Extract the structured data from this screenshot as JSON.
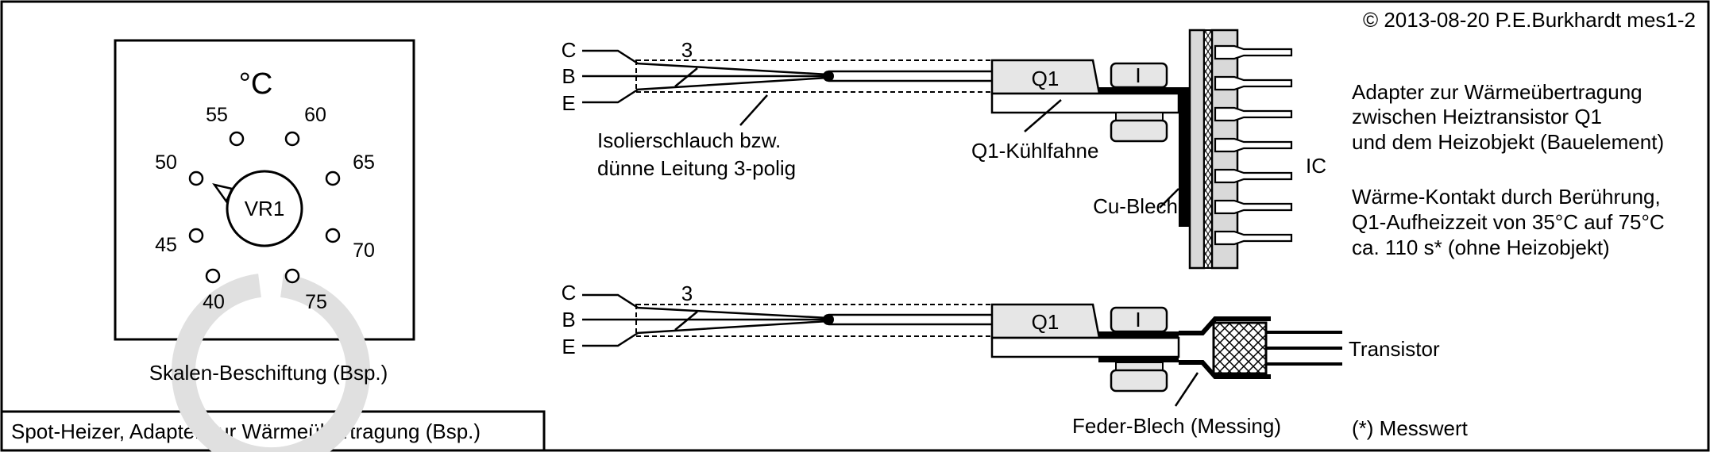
{
  "copyright": "© 2013-08-20 P.E.Burkhardt mes1-2",
  "title_box": "Spot-Heizer, Adapter zur Wärmeübertragung (Bsp.)",
  "dial": {
    "unit": "°C",
    "knob_label": "VR1",
    "scale_values": [
      "40",
      "45",
      "50",
      "55",
      "60",
      "65",
      "70",
      "75"
    ],
    "caption": "Skalen-Beschiftung (Bsp.)"
  },
  "top_assembly": {
    "pins": [
      "C",
      "B",
      "E"
    ],
    "wire_count": "3",
    "transistor_label": "Q1",
    "callouts": {
      "hose_line1": "Isolierschlauch bzw.",
      "hose_line2": "dünne Leitung 3-polig",
      "tab": "Q1-Kühlfahne",
      "copper": "Cu-Blech",
      "ic": "IC"
    }
  },
  "bottom_assembly": {
    "pins": [
      "C",
      "B",
      "E"
    ],
    "wire_count": "3",
    "transistor_label": "Q1",
    "callouts": {
      "spring": "Feder-Blech (Messing)",
      "transistor": "Transistor"
    }
  },
  "description": {
    "line1": "Adapter zur Wärmeübertragung",
    "line2": "zwischen Heiztransistor Q1",
    "line3": "und dem Heizobjekt (Bauelement)",
    "line4": "Wärme-Kontakt durch Berührung,",
    "line5": "Q1-Aufheizzeit von 35°C auf 75°C",
    "line6": "ca. 110 s* (ohne Heizobjekt)",
    "footnote": "(*) Messwert"
  }
}
